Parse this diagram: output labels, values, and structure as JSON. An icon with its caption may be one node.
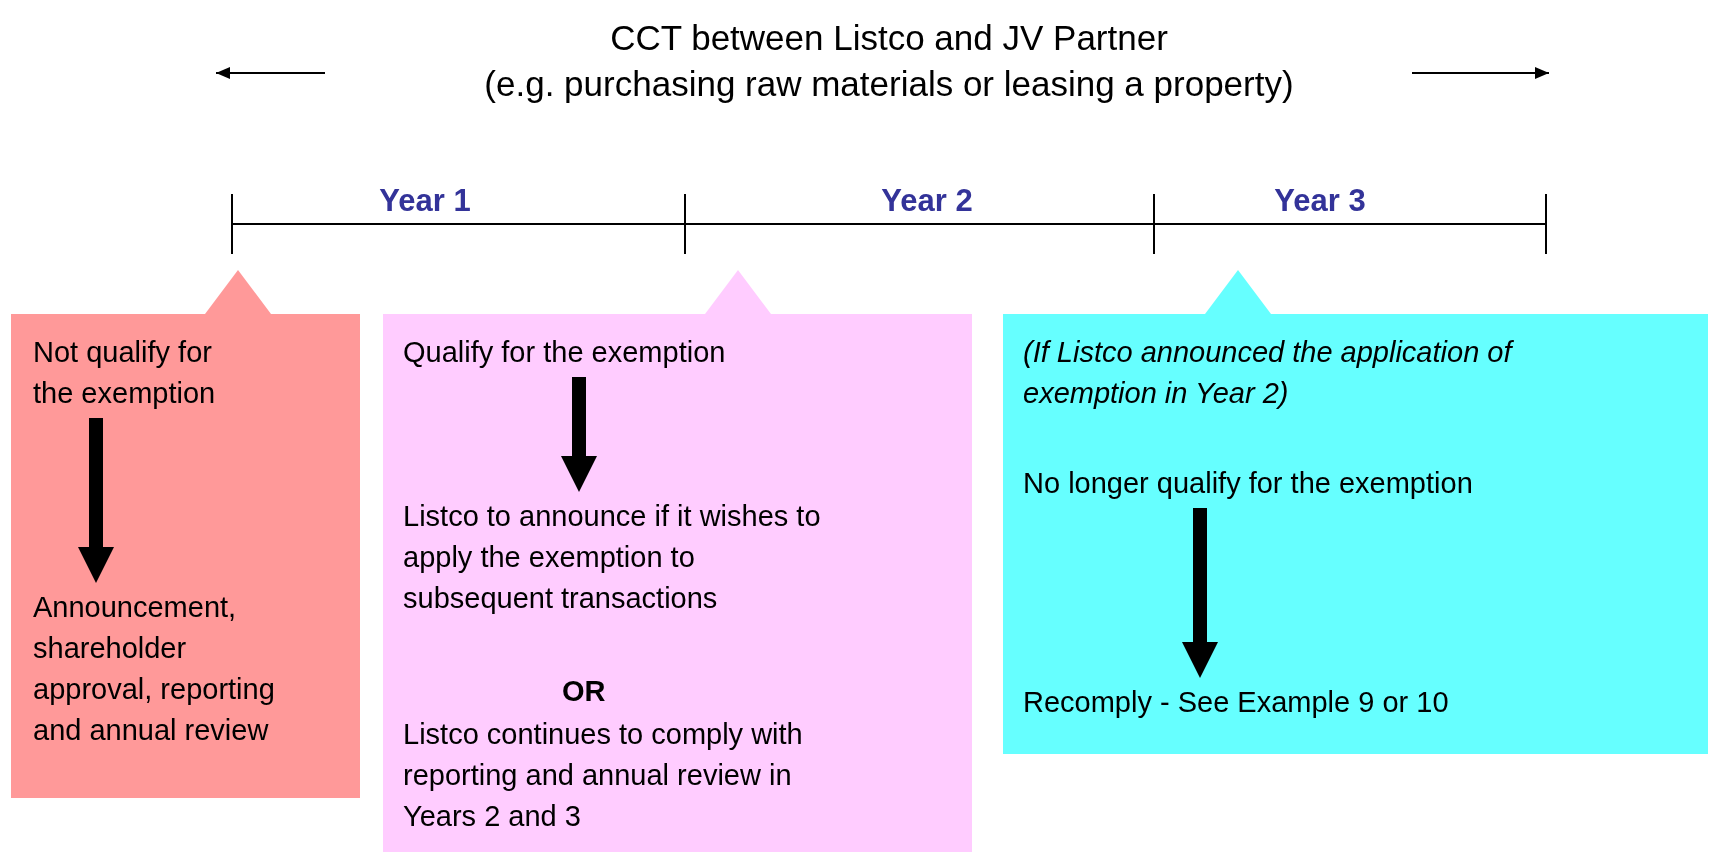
{
  "diagram": {
    "title": "CCT between Listco and JV Partner",
    "nodes": [
      {
        "text": [],
        "shape": "box"
      },
      {
        "text": [
          "Not qualify for the exemption"
        ],
        "in": 0
      },
      {
        "text": [
          "Announcement, shareholder approval, reporting and annual review"
        ],
        "in": 0
      },
      {
        "text": [],
        "shape": "box"
      },
      {
        "text": [
          "Qualify for the exemption"
        ],
        "in": 3
      },
      {
        "text": [
          "Listco to announce if it wishes to apply the exemption to subsequent transactions"
        ],
        "in": 3
      },
      {
        "text": [
          "OR"
        ],
        "in": 3
      },
      {
        "text": [
          "Listco continues to comply with reporting and annual review in Years 2 and 3"
        ],
        "in": 3
      },
      {
        "text": [],
        "shape": "box"
      },
      {
        "text": [
          "(If Listco announced the application of exemption in Year 2)"
        ],
        "in": 8
      },
      {
        "text": [
          "No longer qualify for the exemption"
        ],
        "in": 8
      },
      {
        "text": [
          "Recomply - See Example 9 or 10"
        ],
        "in": 8
      }
    ],
    "edges": [
      {
        "from": 1,
        "to": 2,
        "arrow": "to"
      },
      {
        "from": 4,
        "to": 5,
        "arrow": "to"
      },
      {
        "from": 10,
        "to": 11,
        "arrow": "to"
      }
    ],
    "labels": [
      "(e.g. purchasing raw materials or leasing a property)",
      "Year 1",
      "Year 2",
      "Year 3"
    ]
  }
}
